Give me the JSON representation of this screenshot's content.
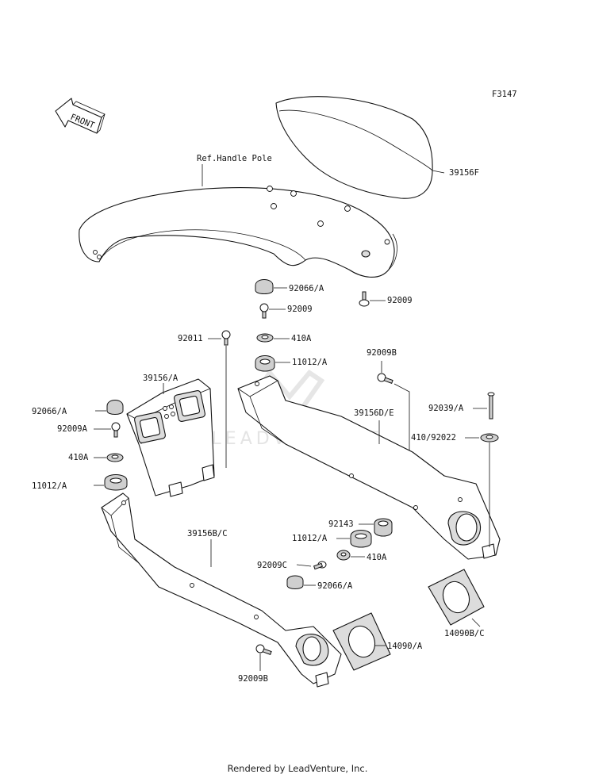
{
  "figure_code": "F3147",
  "front_label": "FRONT",
  "watermark": "LEADVENTURE",
  "footer": "Rendered by LeadVenture, Inc.",
  "labels": {
    "ref_handle_pole": "Ref.Handle Pole",
    "p39156F": "39156F",
    "p92066A_top": "92066/A",
    "p92009_top": "92009",
    "p92009_right": "92009",
    "p92011": "92011",
    "p410A_top": "410A",
    "p11012A_top": "11012/A",
    "p92009B_top": "92009B",
    "p39156A": "39156/A",
    "p92039A": "92039/A",
    "p39156DE": "39156D/E",
    "p92066A_left": "92066/A",
    "p92009A": "92009A",
    "p410_92022": "410/92022",
    "p410A_left": "410A",
    "p11012A_left": "11012/A",
    "p92143": "92143",
    "p39156BC": "39156B/C",
    "p11012A_bottom": "11012/A",
    "p410A_bottom": "410A",
    "p92009C": "92009C",
    "p92066A_bottom": "92066/A",
    "p14090BC": "14090B/C",
    "p14090A": "14090/A",
    "p92009B_bottom": "92009B"
  },
  "colors": {
    "line": "#111111",
    "watermark": "#e4e4e4",
    "background": "#ffffff"
  }
}
